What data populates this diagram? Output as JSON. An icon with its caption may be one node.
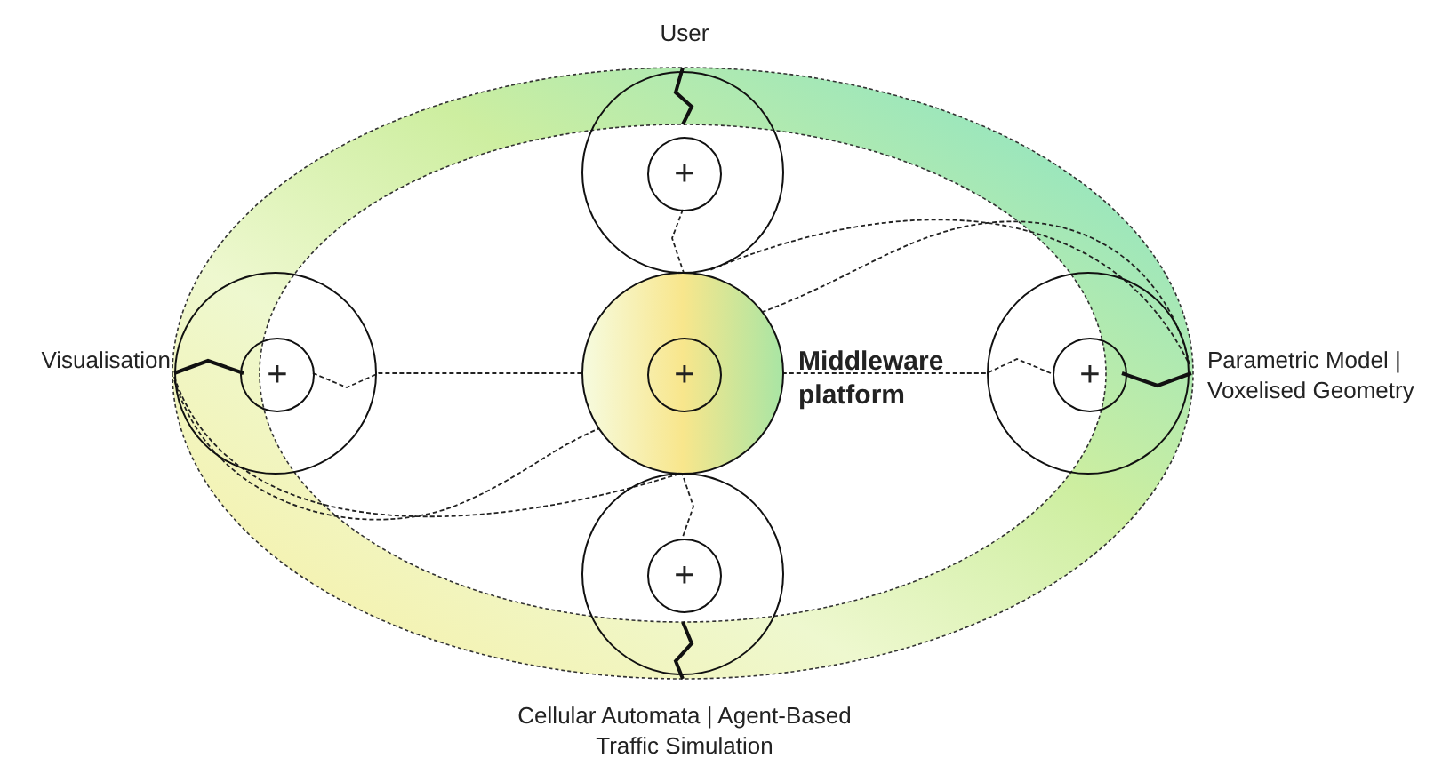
{
  "diagram": {
    "nodes": [
      {
        "text": [
          "User"
        ]
      },
      {
        "text": [
          "Middleware platform"
        ]
      },
      {
        "text": [
          "Visualisation"
        ]
      },
      {
        "text": [
          "Parametric Model | Voxelised Geometry"
        ]
      },
      {
        "text": [
          "Cellular Automata | Agent-Based Traffic Simulation"
        ]
      },
      {
        "text": [
          "+"
        ],
        "in": 0
      },
      {
        "text": [
          "+"
        ],
        "in": 1
      },
      {
        "text": [
          "+"
        ],
        "in": 2
      },
      {
        "text": [
          "+"
        ],
        "in": 3
      },
      {
        "text": [
          "+"
        ],
        "in": 4
      }
    ],
    "edges": [
      {
        "from": 5,
        "to": 6,
        "arrow": "none",
        "style": "dashed"
      },
      {
        "from": 6,
        "to": 9,
        "arrow": "none",
        "style": "dashed"
      },
      {
        "from": 7,
        "to": 6,
        "arrow": "none",
        "style": "dashed"
      },
      {
        "from": 8,
        "to": 6,
        "arrow": "none",
        "style": "dashed"
      },
      {
        "from": 2,
        "to": 6,
        "arrow": "none",
        "style": "dashed"
      },
      {
        "from": 2,
        "to": 4,
        "arrow": "none",
        "style": "dashed"
      },
      {
        "from": 0,
        "to": 3,
        "arrow": "none",
        "style": "dashed"
      },
      {
        "from": 6,
        "to": 3,
        "arrow": "none",
        "style": "dashed"
      }
    ]
  }
}
